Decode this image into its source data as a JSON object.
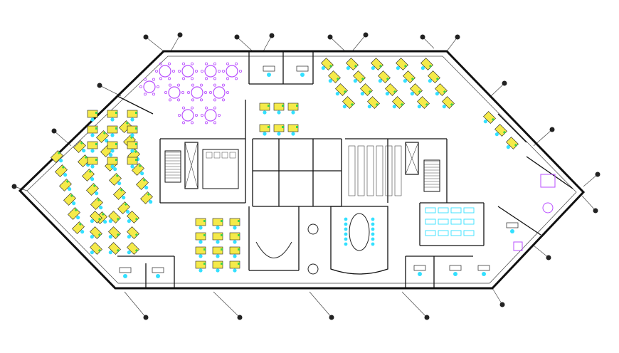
{
  "drawing": {
    "type": "architectural floor plan",
    "palette": {
      "wall": "#111111",
      "thin": "#444444",
      "furniture": "#222222",
      "chair_cyan": "#33e0ff",
      "desk_yellow": "#f5ea4a",
      "chair_green": "#3fd14a",
      "table_purple": "#b84dff",
      "marker": "#222222"
    },
    "zones": [
      "round-tables-area",
      "private-offices-top",
      "workstations-top-right",
      "workstations-left-wing",
      "core-stairs-elevators",
      "conference-room",
      "training-room",
      "workstations-bottom-center",
      "private-offices-bottom",
      "lounge-east"
    ]
  }
}
